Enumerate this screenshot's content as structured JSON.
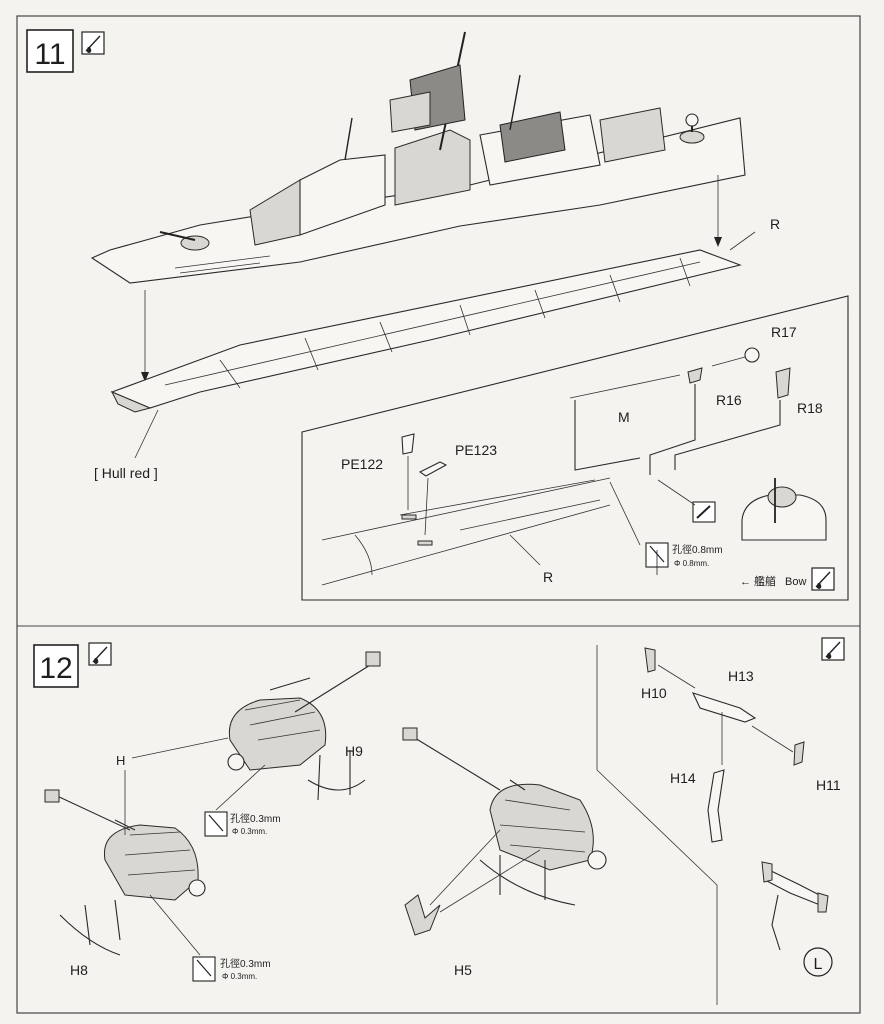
{
  "step11": {
    "number": "11",
    "parts": {
      "R": "R",
      "R_detail": "R",
      "R16": "R16",
      "R17": "R17",
      "R18": "R18",
      "M": "M",
      "PE122": "PE122",
      "PE123": "PE123"
    },
    "hull_note": "[ Hull red ]",
    "drill_cjk": "孔徑0.8mm",
    "drill_en": "Φ 0.8mm.",
    "bow_cjk": "← 艦艏",
    "bow_en": "Bow"
  },
  "step12": {
    "number": "12",
    "parts": {
      "H": "H",
      "H5": "H5",
      "H8": "H8",
      "H9": "H9",
      "H10": "H10",
      "H11": "H11",
      "H13": "H13",
      "H14": "H14"
    },
    "drill1_cjk": "孔徑0.3mm",
    "drill1_en": "Φ 0.3mm.",
    "drill2_cjk": "孔徑0.3mm",
    "drill2_en": "Φ 0.3mm.",
    "side_marker": "L"
  },
  "icons": [
    "glue-icon",
    "drill-icon",
    "cement-brush-icon"
  ]
}
